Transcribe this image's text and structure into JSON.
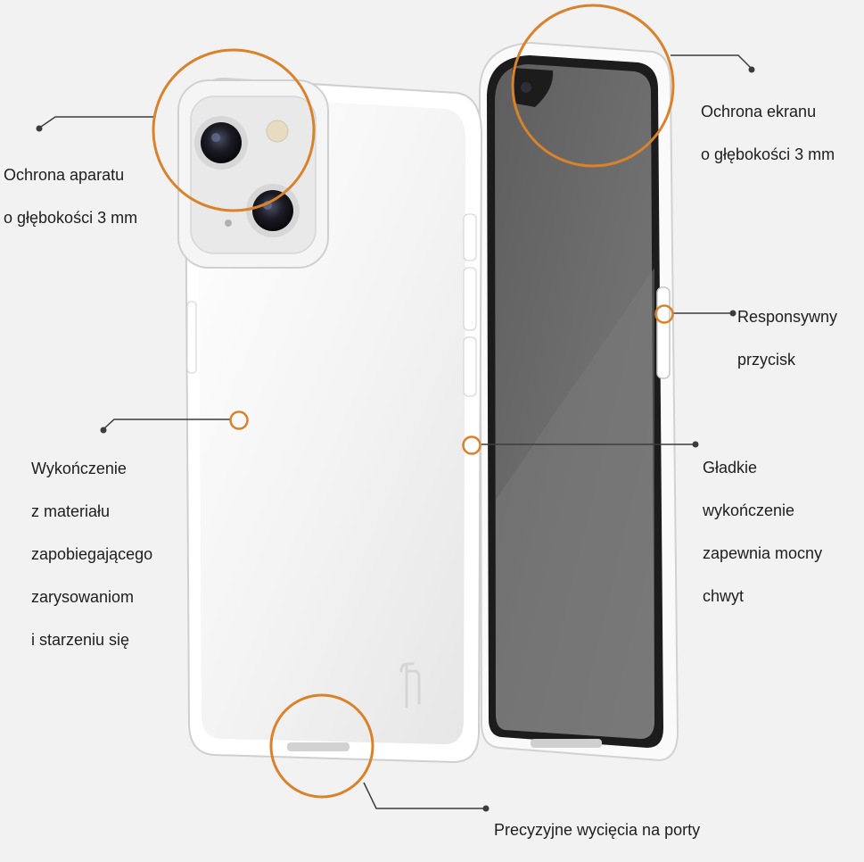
{
  "colors": {
    "background": "#f2f2f2",
    "accent": "#d9822b",
    "leader": "#3c3c3c",
    "text": "#1e1e1e",
    "screen": "#6d6d6d",
    "case_rim": "#ffffff"
  },
  "callouts": {
    "camera_protection": [
      "Ochrona aparatu",
      "o głębokości 3 mm"
    ],
    "screen_protection": [
      "Ochrona ekranu",
      "o głębokości 3 mm"
    ],
    "responsive_button": [
      "Responsywny",
      "przycisk"
    ],
    "material_finish": [
      "Wykończenie",
      "z materiału",
      "zapobiegającego",
      "zarysowaniom",
      "i starzeniu się"
    ],
    "smooth_finish": [
      "Gładkie",
      "wykończenie",
      "zapewnia mocny",
      "chwyt"
    ],
    "port_cutouts": [
      "Precyzyjne wycięcia na porty"
    ]
  }
}
